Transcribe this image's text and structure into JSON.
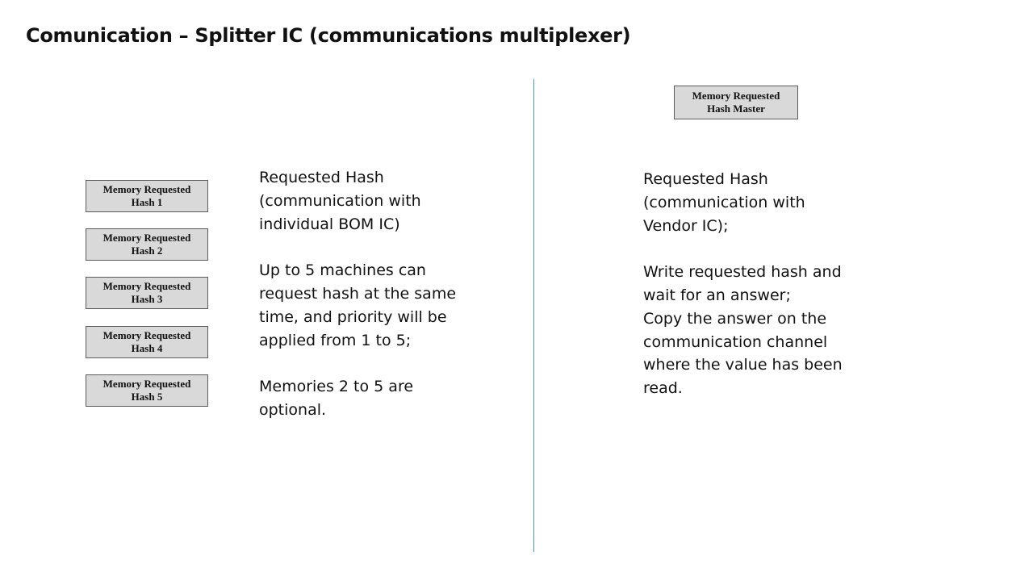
{
  "slide": {
    "title": "Comunication – Splitter IC (communications multiplexer)"
  },
  "left": {
    "boxes": [
      {
        "line1": "Memory Requested",
        "line2": "Hash 1"
      },
      {
        "line1": "Memory Requested",
        "line2": "Hash 2"
      },
      {
        "line1": "Memory Requested",
        "line2": "Hash 3"
      },
      {
        "line1": "Memory Requested",
        "line2": "Hash 4"
      },
      {
        "line1": "Memory Requested",
        "line2": "Hash 5"
      }
    ],
    "paragraphs": [
      "Requested Hash (communication with individual BOM IC)",
      "Up to 5 machines can request hash at the same time, and priority will be applied from 1 to 5;",
      "Memories 2 to 5 are optional."
    ]
  },
  "right": {
    "master_box": {
      "line1": "Memory Requested",
      "line2": "Hash Master"
    },
    "paragraphs": [
      "Requested Hash (communication with Vendor IC);",
      "Write requested hash and wait for an answer;",
      "Copy the answer on the communication channel where the value has been read."
    ]
  },
  "colors": {
    "box_fill": "#d9d9d9",
    "box_border": "#5a5a5a",
    "divider": "#4a9bb5"
  }
}
